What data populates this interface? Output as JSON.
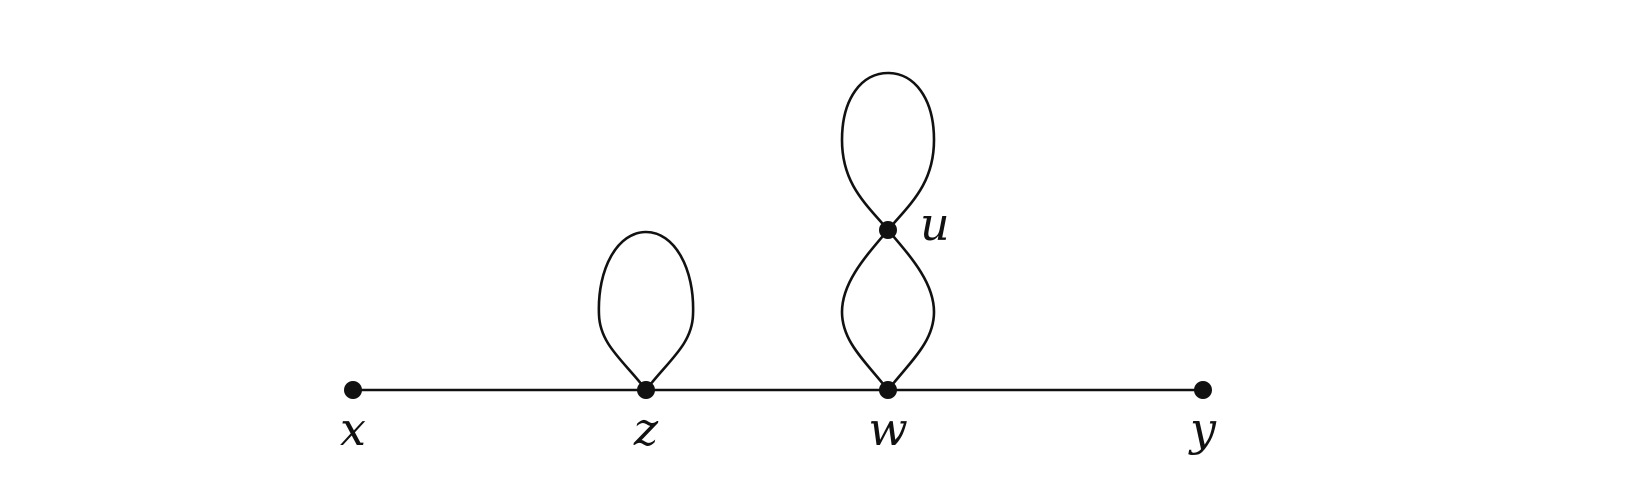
{
  "diagram": {
    "type": "graph",
    "vertices": [
      {
        "id": "x",
        "label": "x"
      },
      {
        "id": "z",
        "label": "z"
      },
      {
        "id": "w",
        "label": "w"
      },
      {
        "id": "u",
        "label": "u"
      },
      {
        "id": "y",
        "label": "y"
      }
    ],
    "edges": [
      {
        "from": "x",
        "to": "z"
      },
      {
        "from": "z",
        "to": "w"
      },
      {
        "from": "w",
        "to": "y"
      },
      {
        "from": "z",
        "to": "z",
        "kind": "loop"
      },
      {
        "from": "w",
        "to": "u",
        "kind": "arc-left"
      },
      {
        "from": "w",
        "to": "u",
        "kind": "arc-right"
      },
      {
        "from": "u",
        "to": "u",
        "kind": "loop"
      }
    ],
    "colors": {
      "ink": "#111111",
      "background": "#ffffff"
    }
  }
}
